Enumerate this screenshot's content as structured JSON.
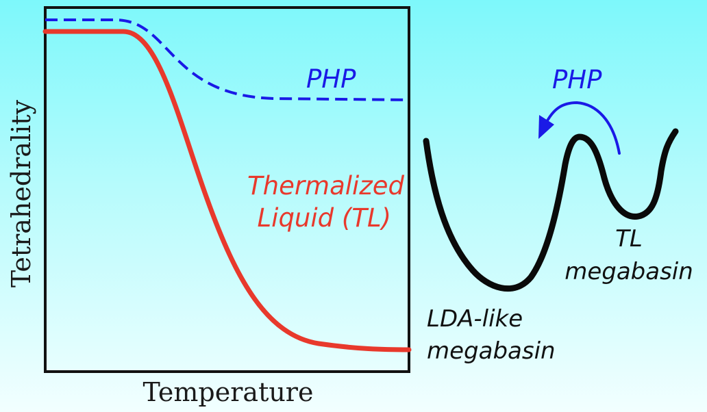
{
  "plot": {
    "xlabel": "Temperature",
    "ylabel": "Tetrahedrality",
    "php_label": "PHP",
    "tl_label_line1": "Thermalized",
    "tl_label_line2": "Liquid (TL)"
  },
  "landscape": {
    "arrow_label": "PHP",
    "tl_basin_line1": "TL",
    "tl_basin_line2": "megabasin",
    "lda_basin_line1": "LDA-like",
    "lda_basin_line2": "megabasin"
  },
  "colors": {
    "php": "#1a1ae6",
    "tl": "#e8392c",
    "axis": "#111111",
    "landscape": "#0a0a0a"
  }
}
